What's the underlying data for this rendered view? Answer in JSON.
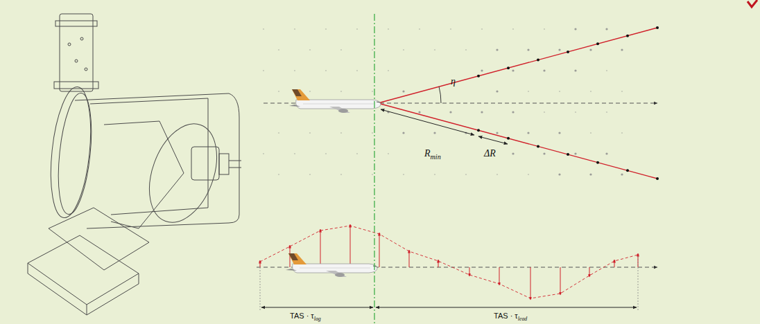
{
  "diagram": {
    "labels": [
      "η",
      "R",
      "min",
      "ΔR",
      "TAS · τ",
      "lag",
      "TAS · τ",
      "lead"
    ]
  }
}
